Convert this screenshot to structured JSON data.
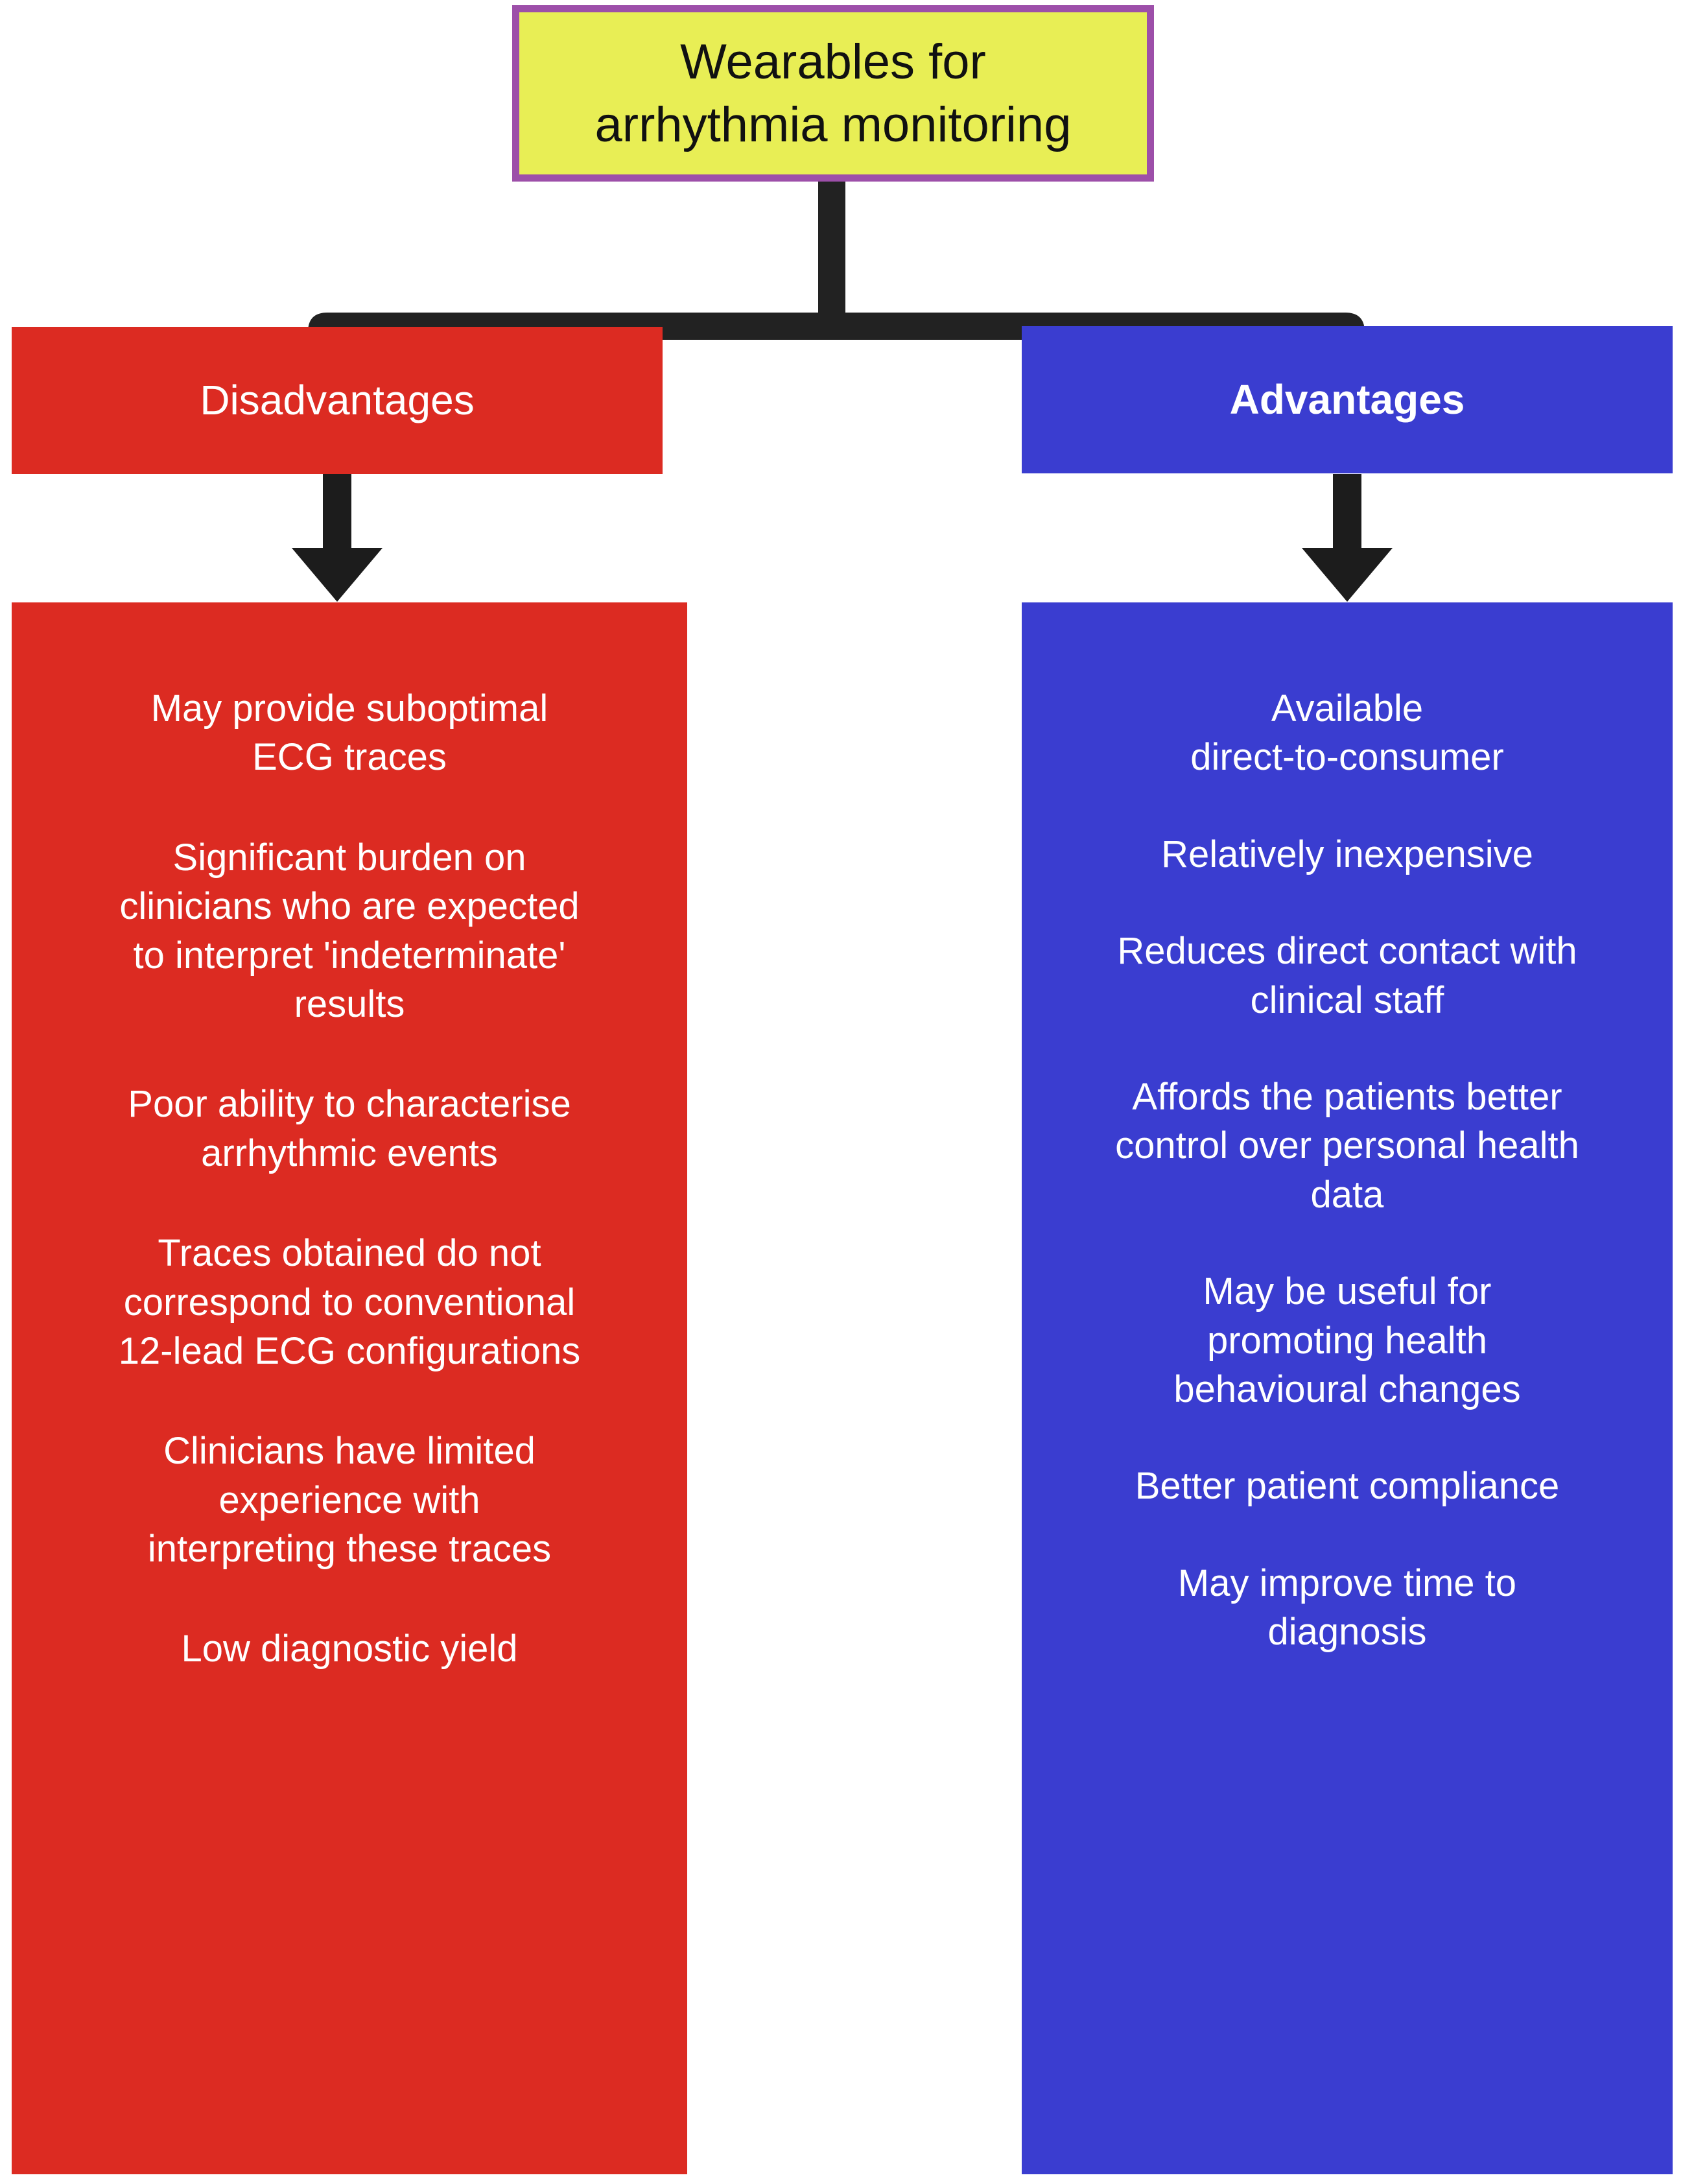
{
  "diagram": {
    "title_node": {
      "label": "Wearables for\narrhythmia monitoring",
      "fill_color": "#E8EE55",
      "border_color": "#9D4FA9",
      "text_color": "#111111"
    },
    "branches": [
      {
        "id": "disadvantages",
        "header_label": "Disadvantages",
        "header_fill": "#DC2B22",
        "panel_fill": "#DC2B22",
        "text_color": "#FFFFFF",
        "header_bold": false,
        "items": [
          "May provide suboptimal\nECG traces",
          "Significant burden on\nclinicians who are expected\nto interpret 'indeterminate'\nresults",
          "Poor ability to characterise\narrhythmic events",
          "Traces obtained do not\ncorrespond to conventional\n12-lead ECG configurations",
          "Clinicians have limited\nexperience with\ninterpreting these traces",
          "Low diagnostic yield"
        ]
      },
      {
        "id": "advantages",
        "header_label": "Advantages",
        "header_fill": "#3A3DD0",
        "panel_fill": "#3A3DD0",
        "text_color": "#FFFFFF",
        "header_bold": true,
        "items": [
          "Available\ndirect-to-consumer",
          "Relatively inexpensive",
          "Reduces direct contact with\nclinical staff",
          "Affords the patients better\ncontrol over personal health\ndata",
          "May be useful for\npromoting health\nbehavioural changes",
          "Better patient compliance",
          "May improve time to\ndiagnosis"
        ]
      }
    ],
    "connectors": {
      "color": "#222222",
      "stem_label": "vertical-stem-from-title",
      "bracket_label": "split-bracket",
      "arrow_left_label": "arrow-down-to-disadvantages",
      "arrow_right_label": "arrow-down-to-advantages"
    }
  }
}
